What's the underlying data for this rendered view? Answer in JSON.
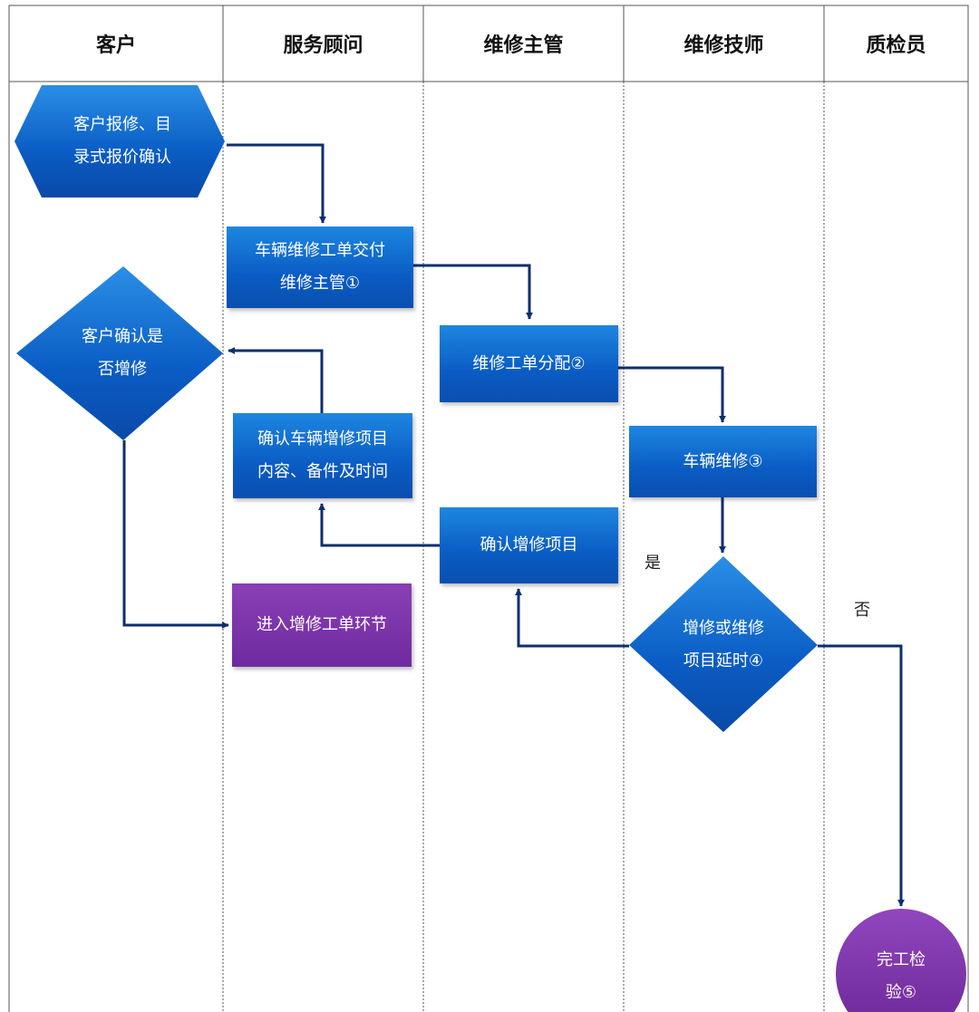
{
  "lanes": [
    {
      "label": "客户"
    },
    {
      "label": "服务顾问"
    },
    {
      "label": "维修主管"
    },
    {
      "label": "维修技师"
    },
    {
      "label": "质检员"
    }
  ],
  "nodes": {
    "customer_repair": "客户报修、目\n录式报价确认",
    "work_order_handover": "车辆维修工单交付\n维修主管①",
    "customer_confirm_decision": "客户确认是\n否增修",
    "work_order_assign": "维修工单分配②",
    "confirm_additional_items": "确认车辆增修项目\n内容、备件及时间",
    "vehicle_repair": "车辆维修③",
    "confirm_additional_repair": "确认增修项目",
    "enter_additional_order": "进入增修工单环节",
    "delay_decision": "增修或维修\n项目延时④",
    "completion_inspection": "完工检\n验⑤"
  },
  "edge_labels": {
    "yes": "是",
    "no": "否"
  },
  "colors": {
    "node_blue": "#0a5cc4",
    "node_purple": "#6f2aa0",
    "arrow": "#0d2e6e",
    "grid": "#555555"
  }
}
